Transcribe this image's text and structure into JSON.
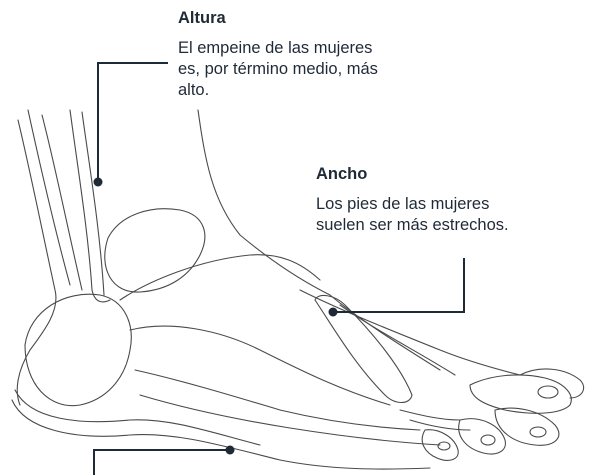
{
  "callouts": {
    "altura": {
      "title": "Altura",
      "body": "El empeine de las mujeres\nes, por término medio, más\nalto."
    },
    "ancho": {
      "title": "Ancho",
      "body": "Los pies de las mujeres\nsuelen ser más estrechos."
    }
  },
  "colors": {
    "leader": "#1f2a37",
    "outline": "#4a4a4a",
    "text": "#1f2a37"
  }
}
